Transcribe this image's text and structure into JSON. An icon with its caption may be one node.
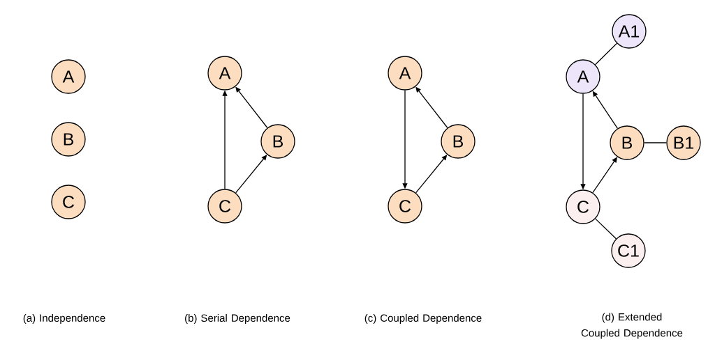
{
  "diagram": {
    "nodes": [
      {
        "text": [
          "A"
        ]
      },
      {
        "text": [
          "B"
        ]
      },
      {
        "text": [
          "C"
        ]
      },
      {
        "text": [
          "A"
        ]
      },
      {
        "text": [
          "B"
        ]
      },
      {
        "text": [
          "C"
        ]
      },
      {
        "text": [
          "A"
        ]
      },
      {
        "text": [
          "B"
        ]
      },
      {
        "text": [
          "C"
        ]
      },
      {
        "text": [
          "A1"
        ]
      },
      {
        "text": [
          "A"
        ]
      },
      {
        "text": [
          "B"
        ]
      },
      {
        "text": [
          "B1"
        ]
      },
      {
        "text": [
          "C"
        ]
      },
      {
        "text": [
          "C1"
        ]
      }
    ],
    "edges": [
      {
        "from": 5,
        "to": 3,
        "arrow": "to"
      },
      {
        "from": 4,
        "to": 3,
        "arrow": "to"
      },
      {
        "from": 5,
        "to": 4,
        "arrow": "to"
      },
      {
        "from": 6,
        "to": 8,
        "arrow": "to"
      },
      {
        "from": 7,
        "to": 6,
        "arrow": "to"
      },
      {
        "from": 8,
        "to": 7,
        "arrow": "to"
      },
      {
        "from": 10,
        "to": 9,
        "arrow": "none"
      },
      {
        "from": 10,
        "to": 13,
        "arrow": "to"
      },
      {
        "from": 11,
        "to": 10,
        "arrow": "to"
      },
      {
        "from": 11,
        "to": 12,
        "arrow": "none"
      },
      {
        "from": 13,
        "to": 11,
        "arrow": "to"
      },
      {
        "from": 13,
        "to": 14,
        "arrow": "none"
      }
    ],
    "labels": [
      "(a) Independence",
      "(b) Serial Dependence",
      "(c) Coupled Dependence",
      "(d) Extended Coupled Dependence"
    ]
  }
}
